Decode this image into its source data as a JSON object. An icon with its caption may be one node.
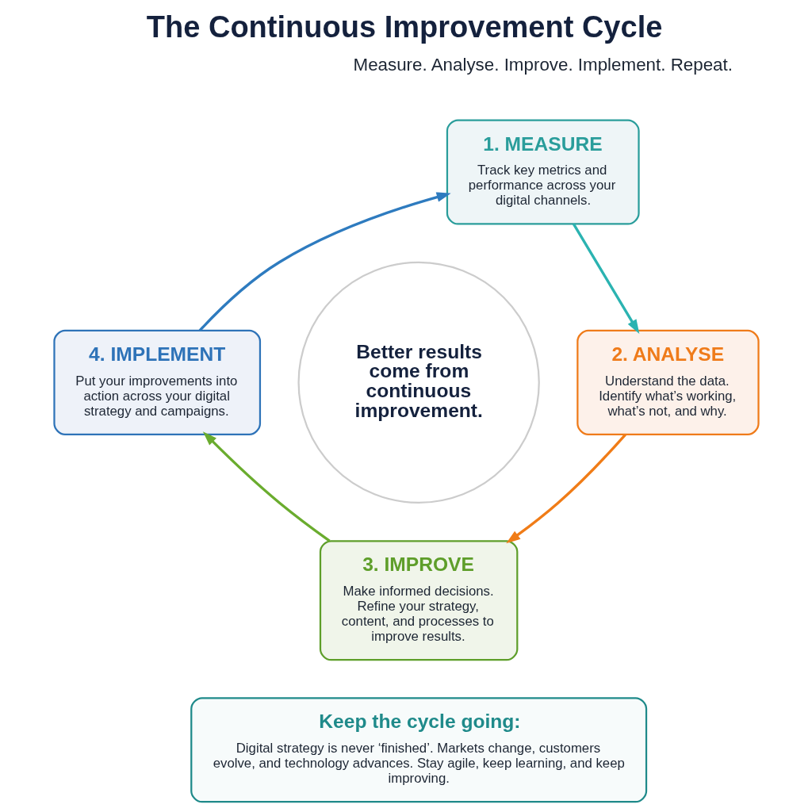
{
  "diagram": {
    "title": "The Continuous Improvement Cycle",
    "nodes": [
      {
        "text": [
          "1. MEASURE",
          "Track key metrics and performance across your digital channels."
        ]
      },
      {
        "text": [
          "2. ANALYSE",
          "Understand the data. Identify what’s working, what’s not, and why."
        ]
      },
      {
        "text": [
          "3. IMPROVE",
          "Make informed decisions. Refine your strategy, content, and processes to improve results."
        ]
      },
      {
        "text": [
          "4. IMPLEMENT",
          "Put your improvements into action across your digital strategy and campaigns."
        ]
      },
      {
        "text": [
          "Better results come from continuous improvement."
        ]
      },
      {
        "text": [
          "Keep the cycle going:",
          "Digital strategy is never ‘finished’. Markets change, customers evolve, and technology advances. Stay agile, keep learning, and keep improving."
        ]
      }
    ],
    "edges": [
      {
        "from": 0,
        "to": 1,
        "arrow": "to",
        "color": "#2bb3b1"
      },
      {
        "from": 1,
        "to": 2,
        "arrow": "to",
        "color": "#f07c17"
      },
      {
        "from": 2,
        "to": 3,
        "arrow": "to",
        "color": "#6aac2e"
      },
      {
        "from": 3,
        "to": 0,
        "arrow": "to",
        "color": "#2e7bbf"
      }
    ],
    "labels": [
      "Measure. Analyse. Improve. Implement. Repeat."
    ]
  }
}
